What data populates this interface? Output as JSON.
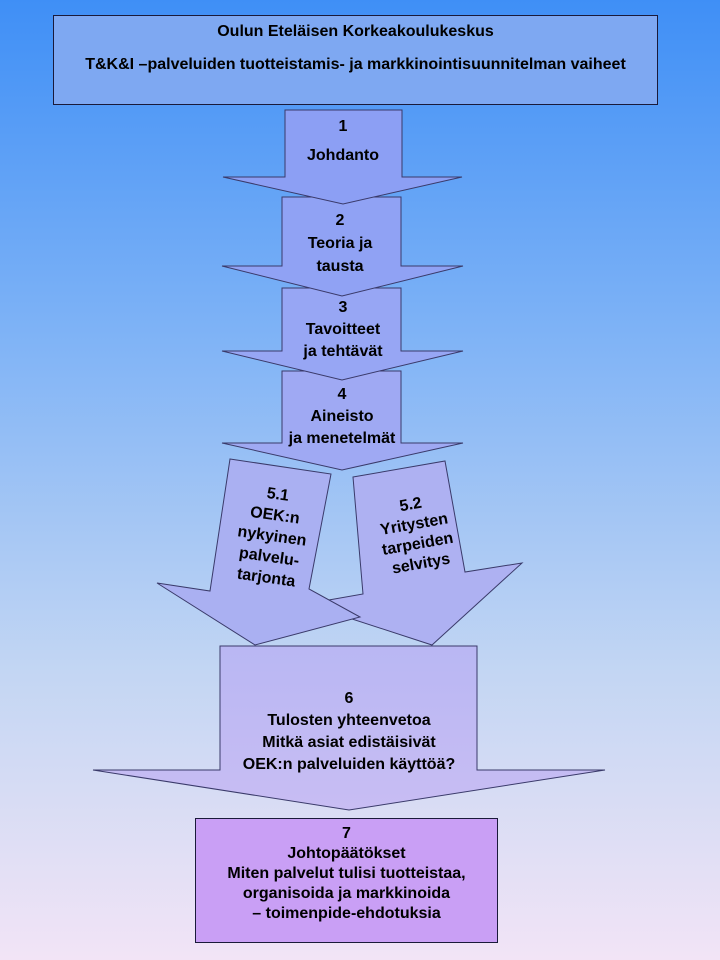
{
  "title": {
    "line1": "Oulun Eteläisen Korkeakoulukeskus",
    "line2": "T&K&I –palveluiden tuotteistamis- ja markkinointisuunnitelman vaiheet"
  },
  "steps": [
    {
      "num": "1",
      "lines": [
        "Johdanto"
      ]
    },
    {
      "num": "2",
      "lines": [
        "Teoria ja",
        "tausta"
      ]
    },
    {
      "num": "3",
      "lines": [
        "Tavoitteet",
        "ja tehtävät"
      ]
    },
    {
      "num": "4",
      "lines": [
        "Aineisto",
        "ja menetelmät"
      ]
    },
    {
      "num": "5.1",
      "lines": [
        "OEK:n",
        "nykyinen",
        "palvelu-",
        "tarjonta"
      ]
    },
    {
      "num": "5.2",
      "lines": [
        "Yritysten",
        "tarpeiden",
        "selvitys"
      ]
    },
    {
      "num": "6",
      "lines": [
        "Tulosten yhteenvetoa",
        "Mitkä asiat edistäisivät",
        "OEK:n palveluiden käyttöä?"
      ]
    }
  ],
  "conclusion": {
    "num": "7",
    "lines": [
      "Johtopäätökset",
      "Miten palvelut tulisi tuotteistaa,",
      "organisoida ja markkinoida",
      "– toimenpide-ehdotuksia"
    ]
  },
  "colors": {
    "arrow_top": "#8c9ff4",
    "arrow_mid": "#a4acf2",
    "arrow_low": "#b6b4f2",
    "conclusion_fill": "#c99ff5",
    "title_fill": "#7ea8f2"
  }
}
